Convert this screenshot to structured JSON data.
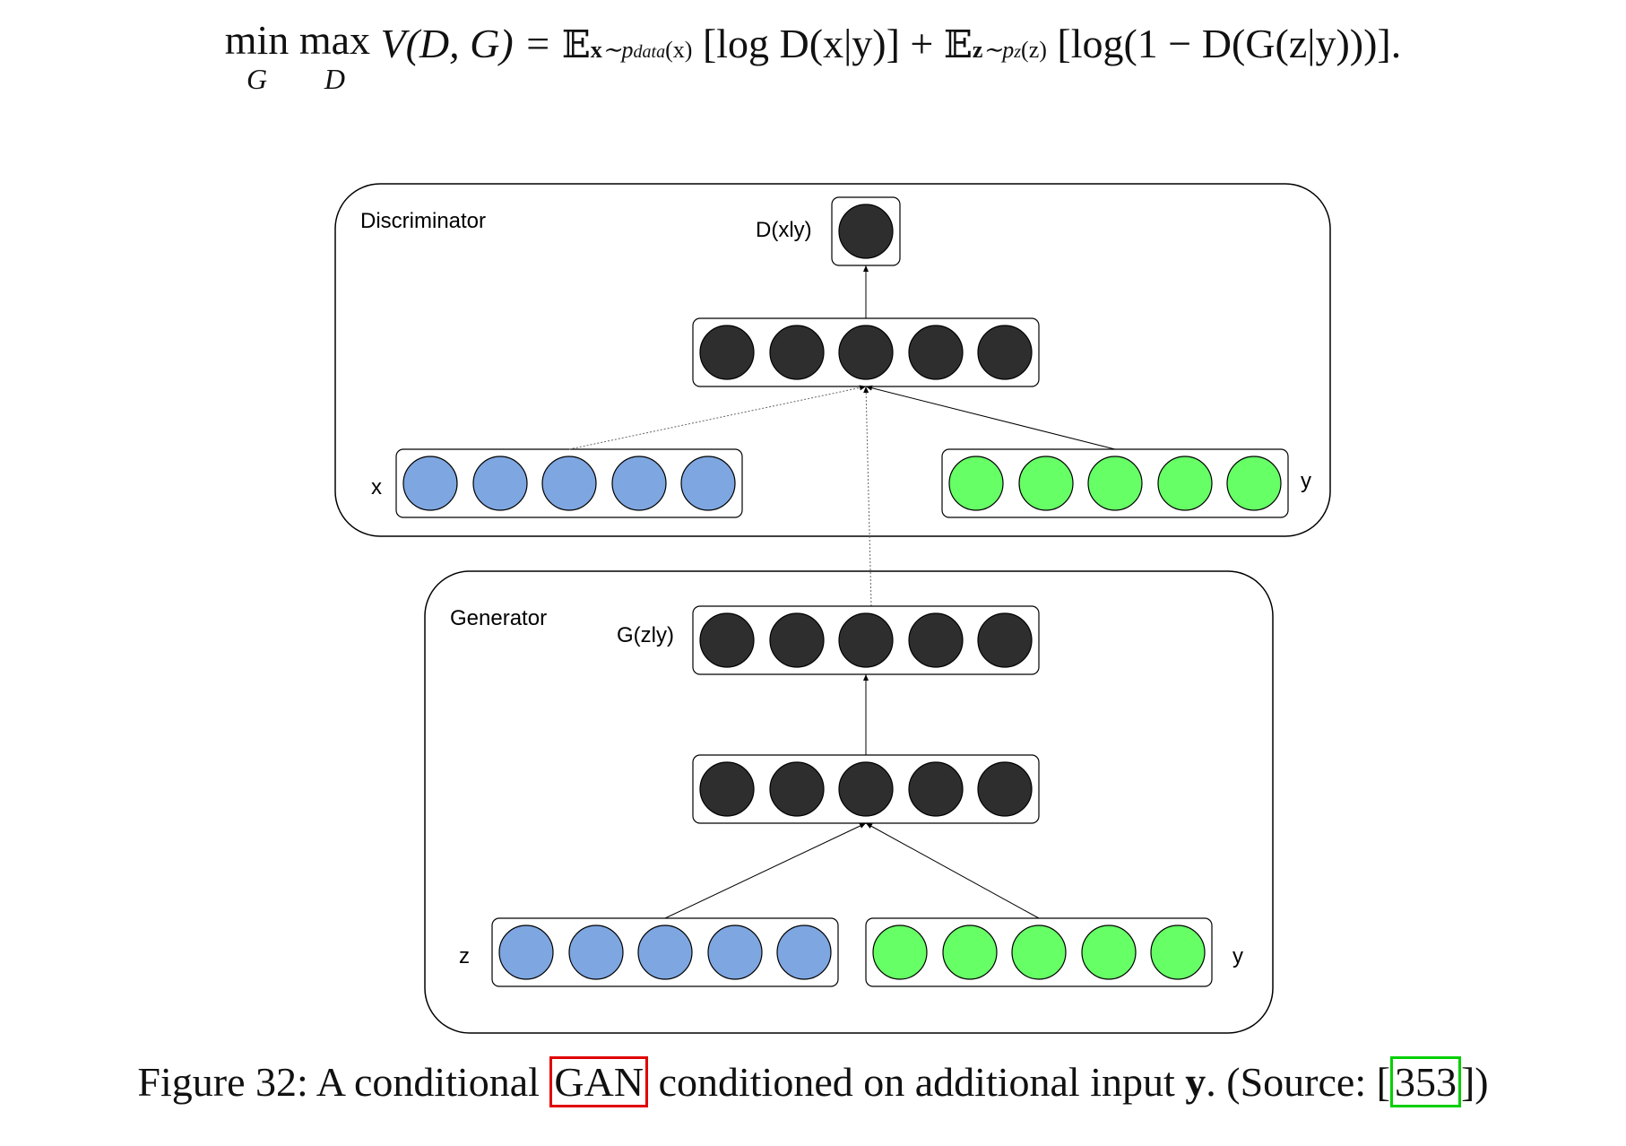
{
  "equation": {
    "min": "min",
    "min_sub": "G",
    "max": "max",
    "max_sub": "D",
    "lhs": "V(D, G) =",
    "term1_E": "𝔼",
    "term1_sub_bold": "x",
    "term1_sub_rest": "∼p",
    "term1_sub_data": "data",
    "term1_sub_arg": "(x)",
    "term1_body": "[log D(x|y)]",
    "plus": "+",
    "term2_E": "𝔼",
    "term2_sub_bold": "z",
    "term2_sub_rest": "∼p",
    "term2_sub_z": "z",
    "term2_sub_arg": "(z)",
    "term2_body": "[log(1 − D(G(z|y)))]."
  },
  "diagram": {
    "discriminator": {
      "title": "Discriminator",
      "output_label": "D(xly)",
      "x_label": "x",
      "y_label": "y"
    },
    "generator": {
      "title": "Generator",
      "output_label": "G(zly)",
      "z_label": "z",
      "y_label": "y"
    },
    "colors": {
      "dark_node": "#2e2e2e",
      "blue_node": "#7ea6e0",
      "green_node": "#66ff66",
      "stroke": "#000000"
    }
  },
  "caption": {
    "prefix": "Figure 32: A conditional ",
    "gan_ref": "GAN",
    "middle": " conditioned on additional input ",
    "bold_y": "y",
    "suffix_before_cite": ". (Source: [",
    "cite": "353",
    "suffix_after_cite": "])"
  }
}
